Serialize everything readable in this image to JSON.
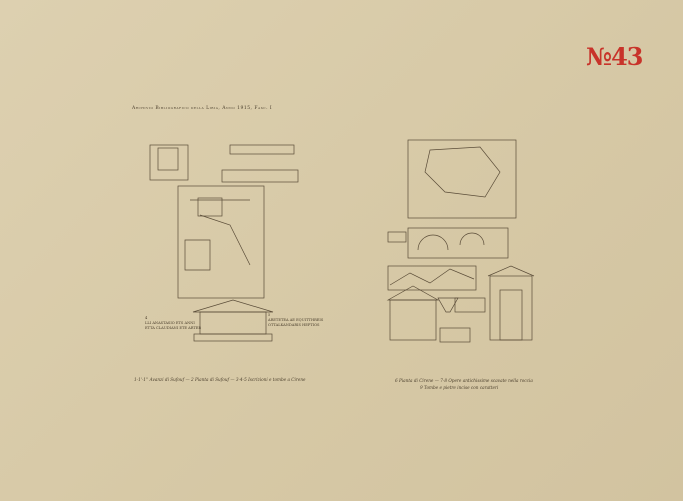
{
  "plate_number": "№43",
  "header": "Archivio Bibliografico della Libia, Anno 1915, Fasc. I",
  "captions": {
    "left": "1-1'-1'' Avanzi di Sufouf — 2 Pianta di Sufouf — 3-4-5 Iscrizioni e tombe a Cirene",
    "right_line1": "6 Pianta di Cirene — 7-8 Opere antichissime scavate nella roccia",
    "right_line2": "9 Tombe e pietre incise con caratteri"
  },
  "notes": {
    "left_num": "4",
    "left": "LLI ANASTASIO ETS ANNI ETTA CLAUDIANI ETE ARTEB",
    "right_num": "5",
    "right": "ARETETEA AE EQUITTHREIS OTTALKANDARIS HEPTIOS"
  },
  "colors": {
    "paper": "#d8caa8",
    "ink": "#4a3e2c",
    "stamp": "#c8332a"
  }
}
